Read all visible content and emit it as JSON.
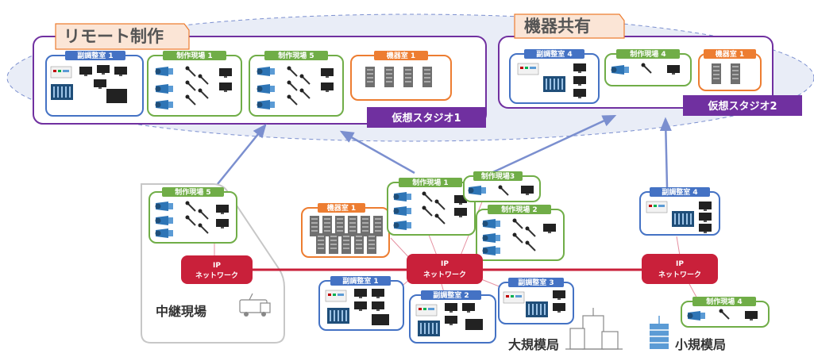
{
  "labels": {
    "remote": "リモート制作",
    "sharing": "機器共有",
    "vs1": "仮想スタジオ1",
    "vs2": "仮想スタジオ2",
    "ip_line1": "IP",
    "ip_line2": "ネットワーク",
    "relay": "中継現場",
    "large": "大規模局",
    "small": "小規模局"
  },
  "nodes": {
    "top_sub1": "副調整室 1",
    "top_site1": "制作現場 1",
    "top_site5": "制作現場 5",
    "top_equip1": "機器室 1",
    "top_sub4": "副調整室 4",
    "top_site4": "制作現場 4",
    "top_equip1b": "機器室 1",
    "relay_site5": "制作現場 5",
    "large_site1": "制作現場 1",
    "large_site3": "制作現場3",
    "large_site2": "制作現場 2",
    "large_equip1": "機器室 1",
    "large_sub1": "副調整室 1",
    "large_sub2": "副調整室 2",
    "large_sub3": "副調整室 3",
    "small_sub4": "副調整室 4",
    "small_site4": "制作現場 4"
  },
  "colors": {
    "blue": "#4472c4",
    "green": "#70ad47",
    "orange": "#ed7d31",
    "purple": "#7030a0",
    "crimson": "#c9203a",
    "ellipse": "#e9edf7"
  }
}
